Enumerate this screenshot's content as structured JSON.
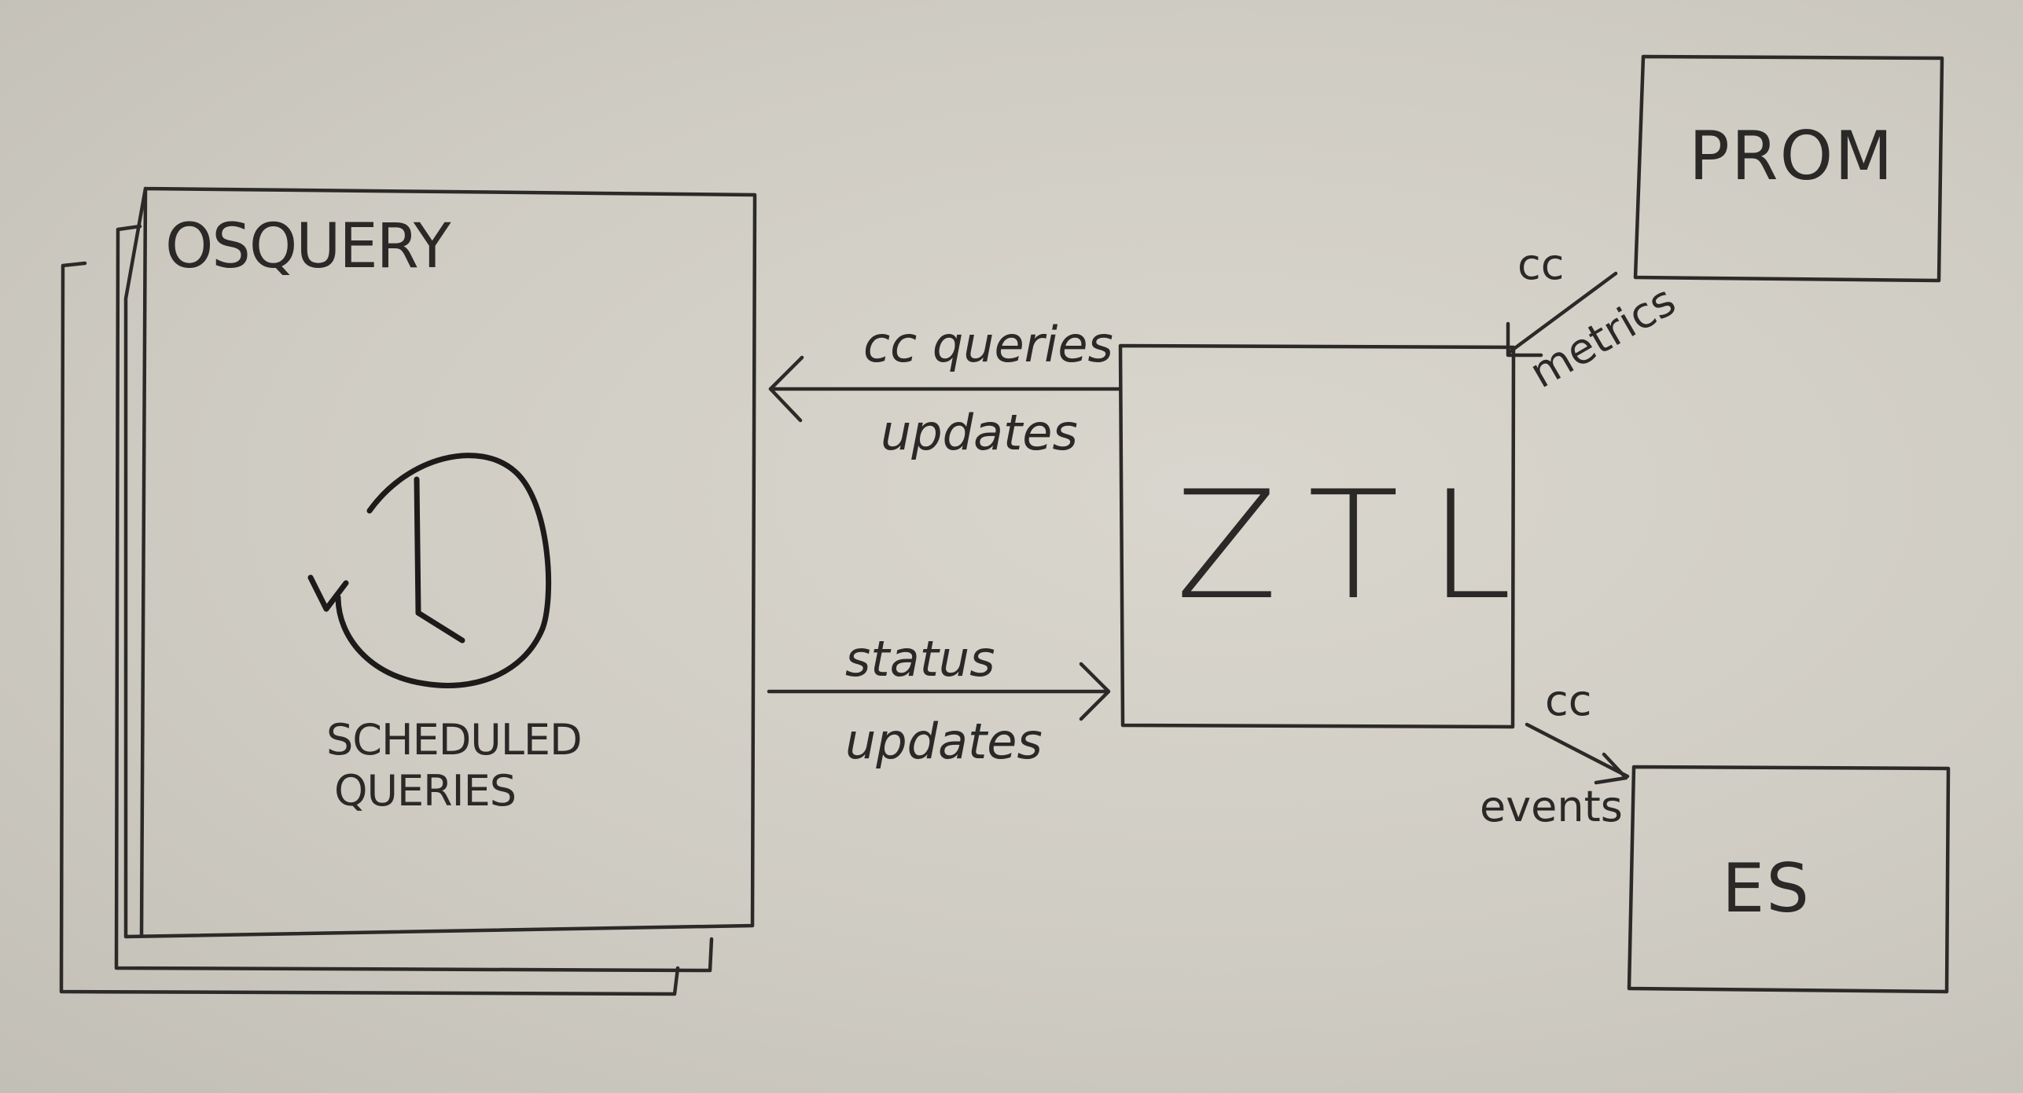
{
  "diagram": {
    "nodes": {
      "osquery": {
        "label": "OSQUERY",
        "clock_label_line1": "SCHEDULED",
        "clock_label_line2": "QUERIES"
      },
      "ztl": {
        "label": "ZTL"
      },
      "prom": {
        "label": "PROM"
      },
      "es": {
        "label": "ES"
      }
    },
    "edges": {
      "query_updates": {
        "from": "ZTL",
        "to": "OSQUERY",
        "label_line1": "cc queries",
        "label_line2": "updates"
      },
      "status_updates": {
        "from": "OSQUERY",
        "to": "ZTL",
        "label_line1": "status",
        "label_line2": "updates"
      },
      "metrics": {
        "from": "PROM",
        "to": "ZTL",
        "label_line1": "cc",
        "label_line2": "metrics"
      },
      "events": {
        "from": "ZTL",
        "to": "ES",
        "label_line1": "cc",
        "label_line2": "events"
      }
    },
    "colors": {
      "paper": "#cfccc3",
      "ink": "#2a2927"
    }
  }
}
